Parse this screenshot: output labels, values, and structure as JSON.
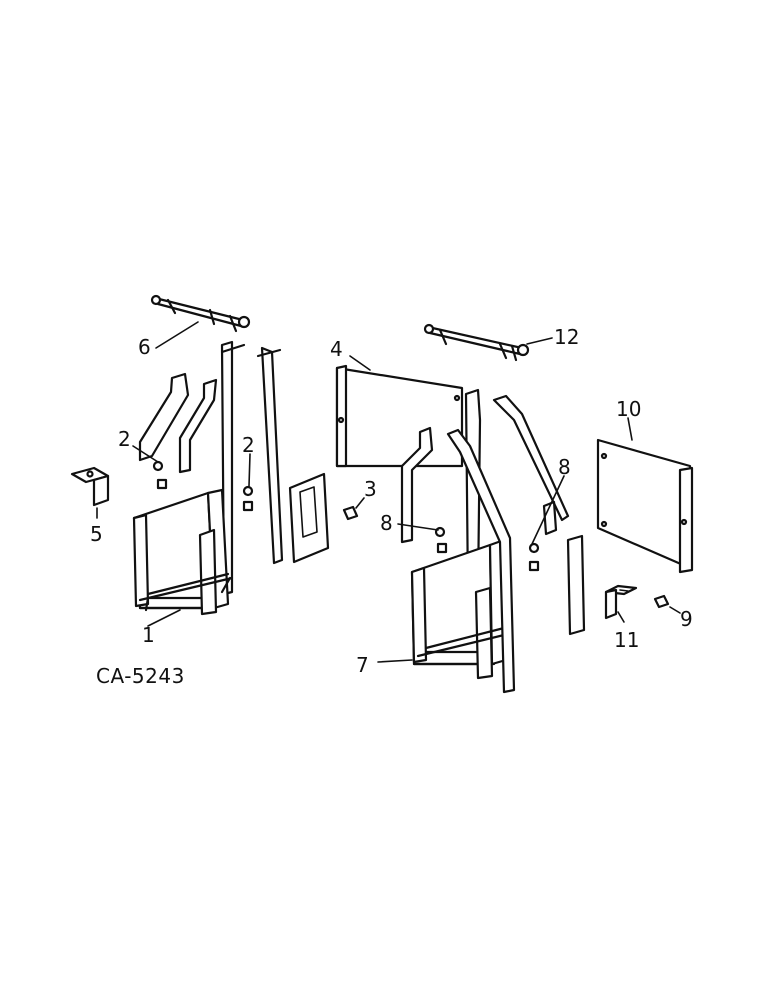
{
  "diagram_code": "CA-5243",
  "callouts": {
    "c1": "1",
    "c2a": "2",
    "c2b": "2",
    "c3": "3",
    "c4": "4",
    "c5": "5",
    "c6": "6",
    "c7": "7",
    "c8a": "8",
    "c8b": "8",
    "c9": "9",
    "c10": "10",
    "c11": "11",
    "c12": "12"
  }
}
